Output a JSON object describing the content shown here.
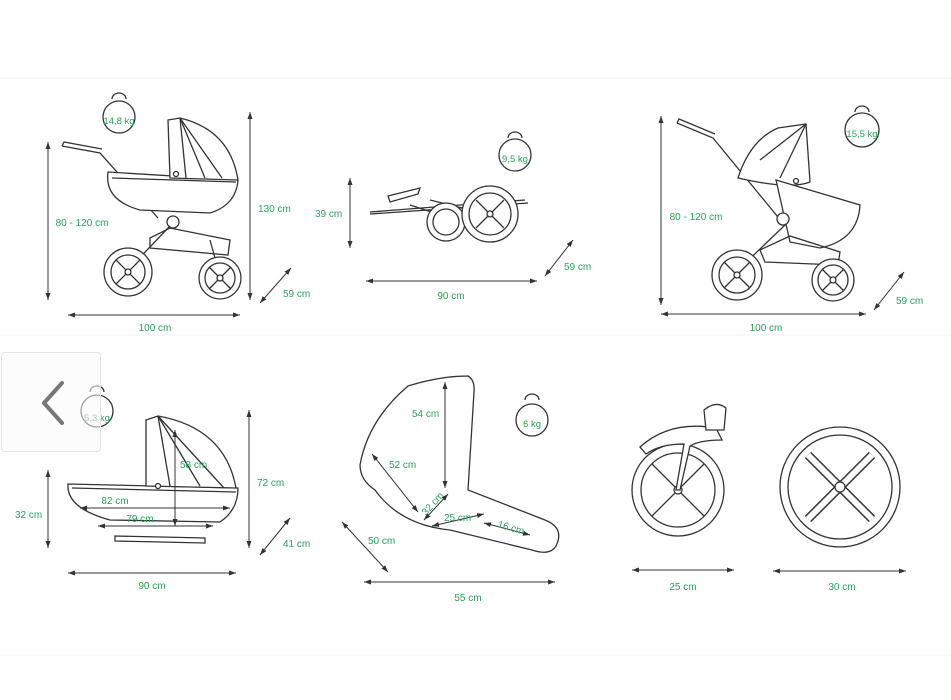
{
  "nav": {
    "prev_icon": "chevron-left-icon"
  },
  "colors": {
    "dimension_text": "#27a35a",
    "line": "#333333"
  },
  "pram": {
    "weight": "14,8 kg",
    "handle_height": "80 - 120 cm",
    "total_height": "130 cm",
    "depth": "59 cm",
    "length": "100 cm"
  },
  "folded": {
    "weight": "9,5 kg",
    "height": "39 cm",
    "depth": "59 cm",
    "length": "90 cm"
  },
  "stroller": {
    "weight": "15,5 kg",
    "handle_height": "80 - 120 cm",
    "depth": "59 cm",
    "length": "100 cm"
  },
  "carrycot": {
    "weight": "5,3 kg",
    "outer_height": "32 cm",
    "hood_height": "58 cm",
    "total_height": "72 cm",
    "inner_length_top": "82 cm",
    "inner_length_bottom": "79 cm",
    "depth": "41 cm",
    "length": "90 cm"
  },
  "seat": {
    "weight": "6 kg",
    "backrest_height": "54 cm",
    "backrest_length": "52 cm",
    "seat_depth": "32 cm",
    "seat_length": "25 cm",
    "footrest_length": "16 cm",
    "width": "50 cm",
    "total_length": "55 cm"
  },
  "wheels": {
    "front_diameter": "25 cm",
    "rear_diameter": "30 cm"
  }
}
